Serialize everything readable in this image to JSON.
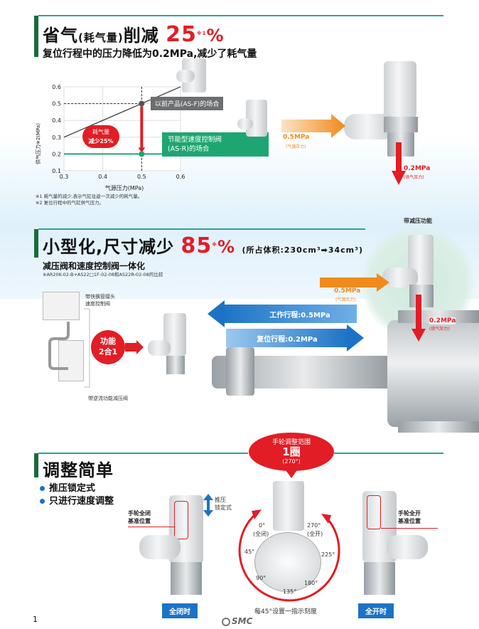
{
  "section1": {
    "title_part1": "省气",
    "title_paren": "(耗气量)",
    "title_part2": "削减",
    "title_percent": "25",
    "title_note_mark": "※1",
    "title_percent_sign": "%",
    "subtitle": "复位行程中的压力降低为0.2MPa,减少了耗气量",
    "chart_label_prev": "以前产品(AS-F)的场合",
    "chart_label_new_1": "节能型速度控制阀",
    "chart_label_new_2": "(AS-R)的场合",
    "reduction_label_1": "耗气量",
    "reduction_label_2": "减少25%",
    "footnote_1": "※1 耗气量的减少,表示气缸往返一次减少的耗气量。",
    "footnote_2": "※2 复位行程中的气缸供气压力。",
    "supply_label": "0.5MPa",
    "supply_caption": "(气源压力)",
    "output_label": "0.2MPa",
    "output_caption": "(供气压力)"
  },
  "chart_data": {
    "type": "line",
    "xlabel": "气源压力(MPa)",
    "ylabel": "供气压力※2(MPa)",
    "xlim": [
      0.3,
      0.6
    ],
    "ylim": [
      0.1,
      0.6
    ],
    "x_ticks": [
      "0.3",
      "0.4",
      "0.5",
      "0.6"
    ],
    "y_ticks": [
      "0.1",
      "0.2",
      "0.3",
      "0.4",
      "0.5",
      "0.6"
    ],
    "grid": true,
    "series": [
      {
        "name": "以前产品(AS-F)的场合",
        "x": [
          0.3,
          0.6
        ],
        "y": [
          0.3,
          0.6
        ],
        "color": "#333333"
      },
      {
        "name": "节能型速度控制阀(AS-R)的场合",
        "x": [
          0.3,
          0.6
        ],
        "y": [
          0.2,
          0.2
        ],
        "color": "#1ea672"
      }
    ],
    "highlight_x": 0.5,
    "highlight_points": [
      {
        "x": 0.5,
        "y": 0.5
      },
      {
        "x": 0.5,
        "y": 0.2
      }
    ]
  },
  "section2": {
    "title": "小型化,尺寸减少",
    "title_percent": "85",
    "title_note_mark": "※",
    "title_percent_sign": "%",
    "title_suffix": "(所占体积:230cm³➡34cm³)",
    "subtitle": "减压阀和速度控制阀一体化",
    "note": "※AR20K-02-B+AS22□1F-02-08和AS22R-02-08的比较",
    "label_top_1": "带快换管接头",
    "label_top_2": "速度控制阀",
    "label_bottom": "带逆流功能减压阀",
    "merge_label_1": "功能",
    "merge_label_2": "2合1",
    "reducing_function": "带减压功能",
    "supply_label": "0.5MPa",
    "supply_caption": "(气源压力)",
    "output_label": "0.2MPa",
    "output_caption": "(供气压力)",
    "work_stroke": "工作行程:0.5MPa",
    "return_stroke": "复位行程:0.2MPa"
  },
  "section3": {
    "title": "调整简单",
    "bullet_1": "推压锁定式",
    "bullet_2": "只进行速度调整",
    "push_lock_1": "推压",
    "push_lock_2": "锁定式",
    "closed_ref_1": "手轮全闭",
    "closed_ref_2": "基准位置",
    "open_ref_1": "手轮全开",
    "open_ref_2": "基准位置",
    "range_title": "手轮调整范围",
    "range_value": "1圈",
    "range_deg": "(270°)",
    "dial_0": "0°",
    "dial_0_sub": "(全闭)",
    "dial_270": "270°",
    "dial_270_sub": "(全开)",
    "dial_45": "45°",
    "dial_225": "225°",
    "dial_90": "90°",
    "dial_180": "180°",
    "dial_135": "135°",
    "dial_caption": "每45°设置一指示刻度",
    "closed_btn": "全闭时",
    "open_btn": "全开时"
  },
  "footer": {
    "page_number": "1",
    "brand": "SMC"
  },
  "colors": {
    "accent_red": "#e21d25",
    "accent_green": "#1ea672",
    "accent_blue": "#1c73c5",
    "accent_orange": "#f08a1c",
    "section_line": "#2aa39a"
  }
}
